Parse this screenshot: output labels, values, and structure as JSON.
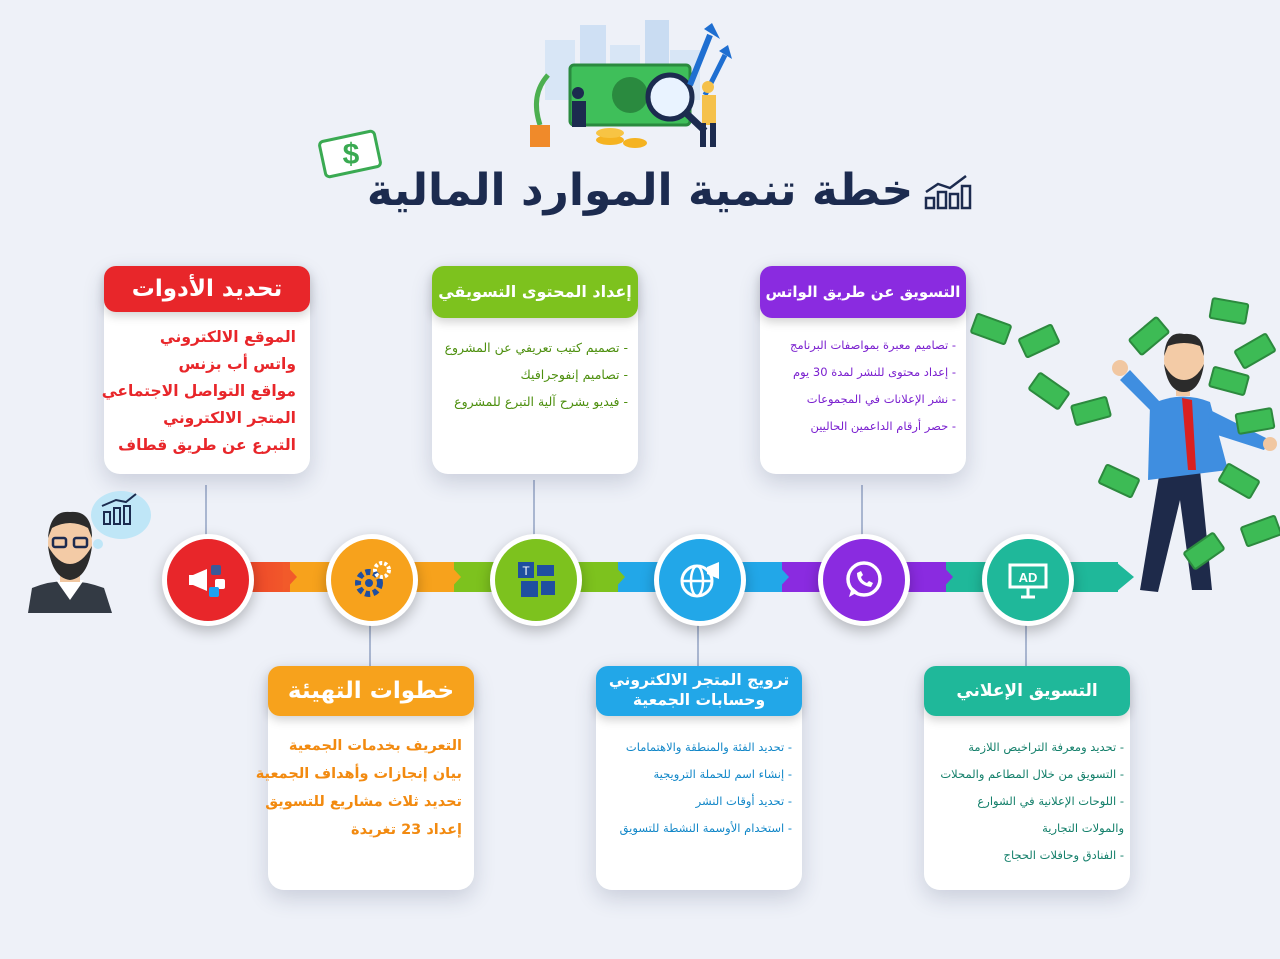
{
  "title": "خطة تنمية الموارد المالية",
  "cards": {
    "tools": {
      "title": "تحديد الأدوات",
      "color": "#e8262a",
      "items": [
        "الموقع الالكتروني",
        "واتس أب بزنس",
        "مواقع التواصل الاجتماعي",
        "المتجر الالكتروني",
        "التبرع عن طريق قطاف"
      ]
    },
    "prep": {
      "title": "خطوات التهيئة",
      "color": "#f7a21c",
      "items": [
        "التعريف بخدمات الجمعية",
        "بيان إنجازات وأهداف الجمعية",
        "تحديد ثلاث مشاريع للتسويق",
        "إعداد 23 تغريدة"
      ]
    },
    "content": {
      "title": "إعداد المحتوى التسويقي",
      "color": "#7dc21e",
      "items": [
        "- تصميم كتيب تعريفي عن المشروع",
        "- تصاميم إنفوجرافيك",
        "- فيديو يشرح آلية التبرع للمشروع"
      ]
    },
    "store": {
      "title": "ترويج المتجر الالكتروني وحسابات الجمعية",
      "color": "#22a7e8",
      "items": [
        "- تحديد الفئة والمنطقة والاهتمامات",
        "- إنشاء اسم للحملة الترويجية",
        "- تحديد أوقات النشر",
        "- استخدام الأوسمة النشطة للتسويق"
      ]
    },
    "whatsapp": {
      "title": "التسويق عن طريق الواتس",
      "color": "#8a2be0",
      "items": [
        "- تصاميم معبرة بمواصفات البرنامج",
        "- إعداد محتوى للنشر لمدة 30 يوم",
        "- نشر الإعلانات في المجموعات",
        "- حصر أرقام الداعمين الحاليين"
      ]
    },
    "ads": {
      "title": "التسويق الإعلاني",
      "color": "#1fb89a",
      "items": [
        "- تحديد ومعرفة التراخيص اللازمة",
        "- التسويق من خلال المطاعم والمحلات",
        "- اللوحات الإعلانية في الشوارع",
        "والمولات التجارية",
        "- الفنادق وحافلات الحجاج"
      ]
    }
  },
  "icons": {
    "node1": "megaphone-social-icon",
    "node2": "gears-icon",
    "node3": "media-content-icon",
    "node4": "globe-megaphone-icon",
    "node5": "whatsapp-icon",
    "node6": "ad-board-icon"
  },
  "ad_sign": "AD"
}
